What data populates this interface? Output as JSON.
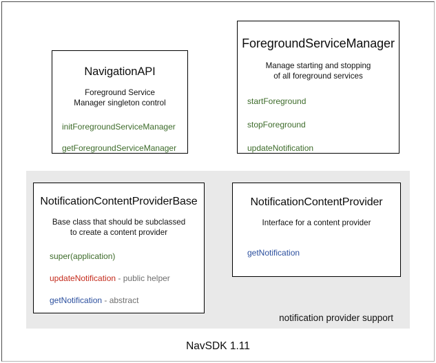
{
  "diagram": {
    "footer_label": "NavSDK 1.11",
    "group_region": {
      "caption": "notification provider support",
      "background_color": "#e9e9e9"
    },
    "colors": {
      "method_green": "#3d6b2a",
      "method_red": "#c42b1c",
      "method_blue": "#2b4f9e",
      "note_gray": "#6e6e6e",
      "box_border": "#000000",
      "canvas": "#ffffff"
    },
    "boxes": [
      {
        "id": "navigation-api",
        "title": "NavigationAPI",
        "description_lines": [
          "Foreground Service",
          "Manager singleton control"
        ],
        "members": [
          {
            "name": "initForegroundServiceManager",
            "color": "green",
            "note": ""
          },
          {
            "name": "getForegroundServiceManager",
            "color": "green",
            "note": ""
          }
        ]
      },
      {
        "id": "foreground-service-manager",
        "title": "ForegroundServiceManager",
        "description_lines": [
          "Manage starting and stopping",
          "of all foreground services"
        ],
        "members": [
          {
            "name": "startForeground",
            "color": "green",
            "note": ""
          },
          {
            "name": "stopForeground",
            "color": "green",
            "note": ""
          },
          {
            "name": "updateNotification",
            "color": "green",
            "note": ""
          }
        ]
      },
      {
        "id": "notification-content-provider-base",
        "title": "NotificationContentProviderBase",
        "description_lines": [
          "Base class that should be subclassed",
          "to create a content provider"
        ],
        "members": [
          {
            "name": "super(application)",
            "color": "green",
            "note": ""
          },
          {
            "name": "updateNotification",
            "color": "red",
            "note": " - public helper"
          },
          {
            "name": "getNotification",
            "color": "blue",
            "note": " - abstract"
          }
        ]
      },
      {
        "id": "notification-content-provider",
        "title": "NotificationContentProvider",
        "description_lines": [
          "Interface for a content provider"
        ],
        "members": [
          {
            "name": "getNotification",
            "color": "blue",
            "note": ""
          }
        ]
      }
    ]
  }
}
